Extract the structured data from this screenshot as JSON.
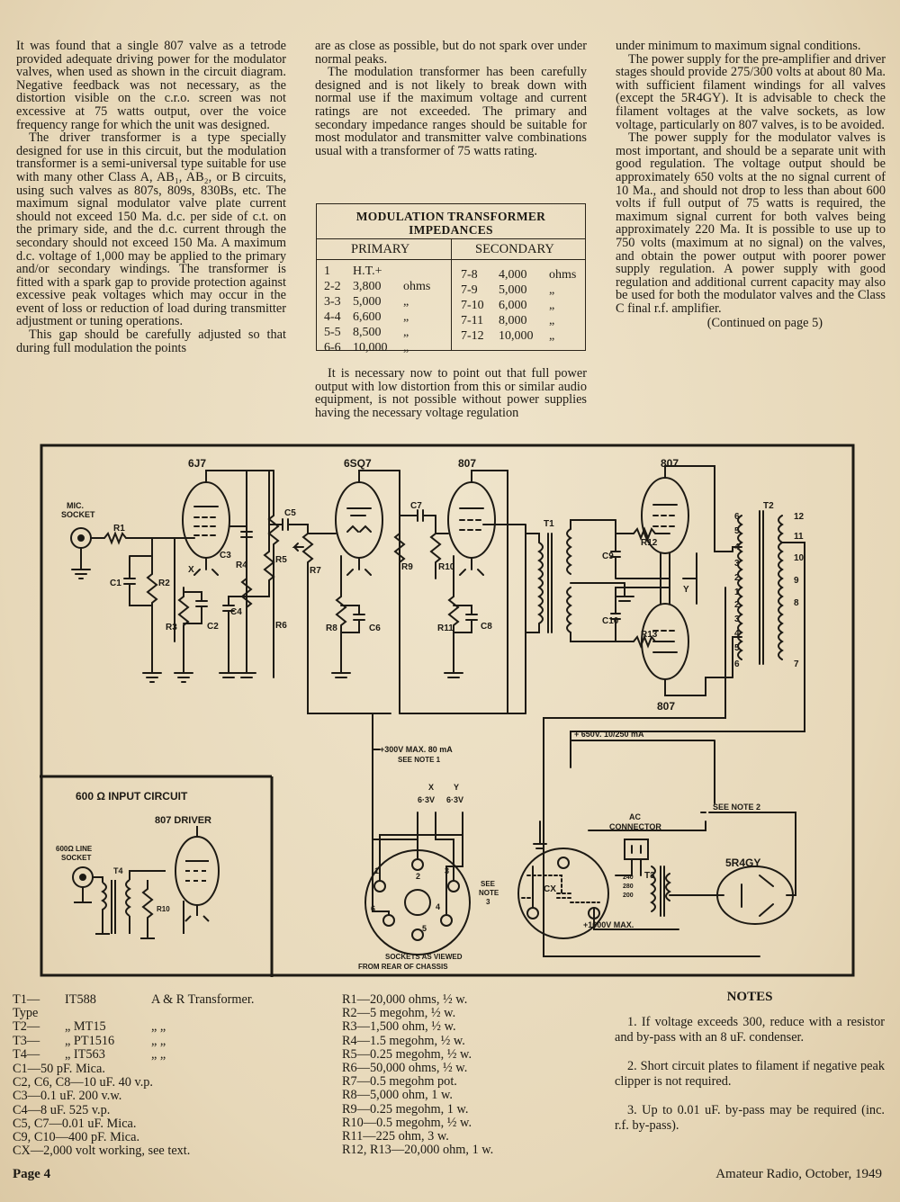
{
  "col1": [
    "It was found that a single 807 valve as a tetrode provided adequate driving power for the modulator valves, when used as shown in the circuit diagram. Negative feedback was not necessary, as the distortion visible on the c.r.o. screen was not excessive at 75 watts output, over the voice frequency range for which the unit was designed.",
    "The driver transformer is a type specially designed for use in this circuit, but the modulation transformer is a semi-universal type suitable for use with many other Class A, AB₁, AB₂, or B circuits, using such valves as 807s, 809s, 830Bs, etc. The maximum signal modulator valve plate current should not exceed 150 Ma. d.c. per side of c.t. on the primary side, and the d.c. current through the secondary should not exceed 150 Ma. A maximum d.c. voltage of 1,000 may be applied to the primary and/or secondary windings. The transformer is fitted with a spark gap to provide protection against excessive peak voltages which may occur in the event of loss or reduction of load during transmitter adjustment or tuning operations.",
    "This gap should be carefully adjusted so that during full modulation the points"
  ],
  "col2": [
    "are as close as possible, but do not spark over under normal peaks.",
    "The modulation transformer has been carefully designed and is not likely to break down with normal use if the maximum voltage and current ratings are not exceeded. The primary and secondary impedance ranges should be suitable for most modulator and transmitter valve combinations usual with a transformer of 75 watts rating."
  ],
  "col2b": [
    "It is necessary now to point out that full power output with low distortion from this or similar audio equipment, is not possible without power supplies having the necessary voltage regulation"
  ],
  "col3": [
    "under minimum to maximum signal conditions.",
    "The power supply for the pre-amplifier and driver stages should provide 275/300 volts at about 80 Ma. with sufficient filament windings for all valves (except the 5R4GY). It is advisable to check the filament voltages at the valve sockets, as low voltage, particularly on 807 valves, is to be avoided.",
    "The power supply for the modulator valves is most important, and should be a separate unit with good regulation. The voltage output should be approximately 650 volts at the no signal current of 10 Ma., and should not drop to less than about 600 volts if full output of 75 watts is required, the maximum signal current for both valves being approximately 220 Ma. It is possible to use up to 750 volts (maximum at no signal) on the valves, and obtain the power output with poorer power supply regulation. A power supply with good regulation and additional current capacity may also be used for both the modulator valves and the Class C final r.f. amplifier."
  ],
  "continued": "(Continued on page 5)",
  "table": {
    "title1": "MODULATION TRANSFORMER",
    "title2": "IMPEDANCES",
    "primary_header": "PRIMARY",
    "secondary_header": "SECONDARY",
    "primary": [
      {
        "tap": "1",
        "value": "H.T.+",
        "unit": ""
      },
      {
        "tap": "2-2",
        "value": "3,800",
        "unit": "ohms"
      },
      {
        "tap": "3-3",
        "value": "5,000",
        "unit": "„"
      },
      {
        "tap": "4-4",
        "value": "6,600",
        "unit": "„"
      },
      {
        "tap": "5-5",
        "value": "8,500",
        "unit": "„"
      },
      {
        "tap": "6-6",
        "value": "10,000",
        "unit": "„"
      }
    ],
    "secondary": [
      {
        "tap": "7-8",
        "value": "4,000",
        "unit": "ohms"
      },
      {
        "tap": "7-9",
        "value": "5,000",
        "unit": "„"
      },
      {
        "tap": "7-10",
        "value": "6,000",
        "unit": "„"
      },
      {
        "tap": "7-11",
        "value": "8,000",
        "unit": "„"
      },
      {
        "tap": "7-12",
        "value": "10,000",
        "unit": "„"
      }
    ]
  },
  "schematic": {
    "valves": [
      "6J7",
      "6SQ7",
      "807",
      "807",
      "807",
      "5R4GY"
    ],
    "mic_socket": [
      "MIC.",
      "SOCKET"
    ],
    "labels": [
      "R1",
      "C1",
      "R2",
      "R3",
      "C2",
      "C3",
      "R4",
      "C4",
      "R5",
      "R6",
      "C5",
      "R7",
      "R8",
      "C6",
      "R9",
      "C7",
      "R10",
      "R11",
      "C8",
      "T1",
      "C9",
      "C10",
      "R12",
      "R13",
      "T2",
      "X",
      "Y",
      "T3",
      "CX",
      "T4"
    ],
    "t2_left_taps": [
      "6",
      "5",
      "4",
      "3",
      "2",
      "1",
      "2",
      "3",
      "4",
      "5",
      "6"
    ],
    "t2_right_taps": [
      "12",
      "11",
      "10",
      "9",
      "8",
      "7"
    ],
    "supply_300": "+300V MAX. 80 mA",
    "see_note_1": "SEE NOTE 1",
    "supply_650": "+ 650V. 10/250 mA",
    "heater_x": "X",
    "heater_y": "Y",
    "heater_v1": "6·3V",
    "heater_v2": "6·3V",
    "socket_pins": [
      "1",
      "2",
      "3",
      "4",
      "5",
      "6"
    ],
    "see_note_3": [
      "SEE",
      "NOTE",
      "3"
    ],
    "supply_1000": "+1000V MAX.",
    "ac_connector": [
      "AC",
      "CONNECTOR"
    ],
    "see_note_2": "SEE NOTE 2",
    "t3_taps": [
      "240",
      "280",
      "200"
    ],
    "sockets_caption1": "SOCKETS AS VIEWED",
    "sockets_caption2": "FROM REAR OF CHASSIS",
    "input_title": "600 Ω INPUT CIRCUIT",
    "driver_label": "807 DRIVER",
    "line_socket": [
      "600Ω LINE",
      "SOCKET"
    ]
  },
  "transformers": [
    {
      "id": "T1—Type",
      "type": "IT588",
      "maker": "A & R Transformer."
    },
    {
      "id": "T2—",
      "type": "„   MT15",
      "maker": "„          „"
    },
    {
      "id": "T3—",
      "type": "„   PT1516",
      "maker": "„          „"
    },
    {
      "id": "T4—",
      "type": "„   IT563",
      "maker": "„          „"
    }
  ],
  "capacitors": [
    "C1—50 pF. Mica.",
    "C2, C6, C8—10 uF. 40 v.p.",
    "C3—0.1 uF. 200 v.w.",
    "C4—8 uF. 525 v.p.",
    "C5, C7—0.01 uF. Mica.",
    "C9, C10—400 pF. Mica.",
    "CX—2,000 volt working, see text."
  ],
  "resistors": [
    "R1—20,000 ohms, ½ w.",
    "R2—5 megohm, ½ w.",
    "R3—1,500 ohm, ½ w.",
    "R4—1.5 megohm, ½ w.",
    "R5—0.25 megohm, ½ w.",
    "R6—50,000 ohms, ½ w.",
    "R7—0.5 megohm pot.",
    "R8—5,000 ohm, 1 w.",
    "R9—0.25 megohm, 1 w.",
    "R10—0.5 megohm, ½ w.",
    "R11—225 ohm, 3 w.",
    "R12, R13—20,000 ohm, 1 w."
  ],
  "notes_title": "NOTES",
  "notes": [
    "1. If voltage exceeds 300, reduce with a resistor and by-pass with an 8 uF. condenser.",
    "2. Short circuit plates to filament if negative peak clipper is not required.",
    "3. Up to 0.01 uF. by-pass may be required (inc. r.f. by-pass)."
  ],
  "footer_left": "Page 4",
  "footer_right": "Amateur Radio, October, 1949"
}
